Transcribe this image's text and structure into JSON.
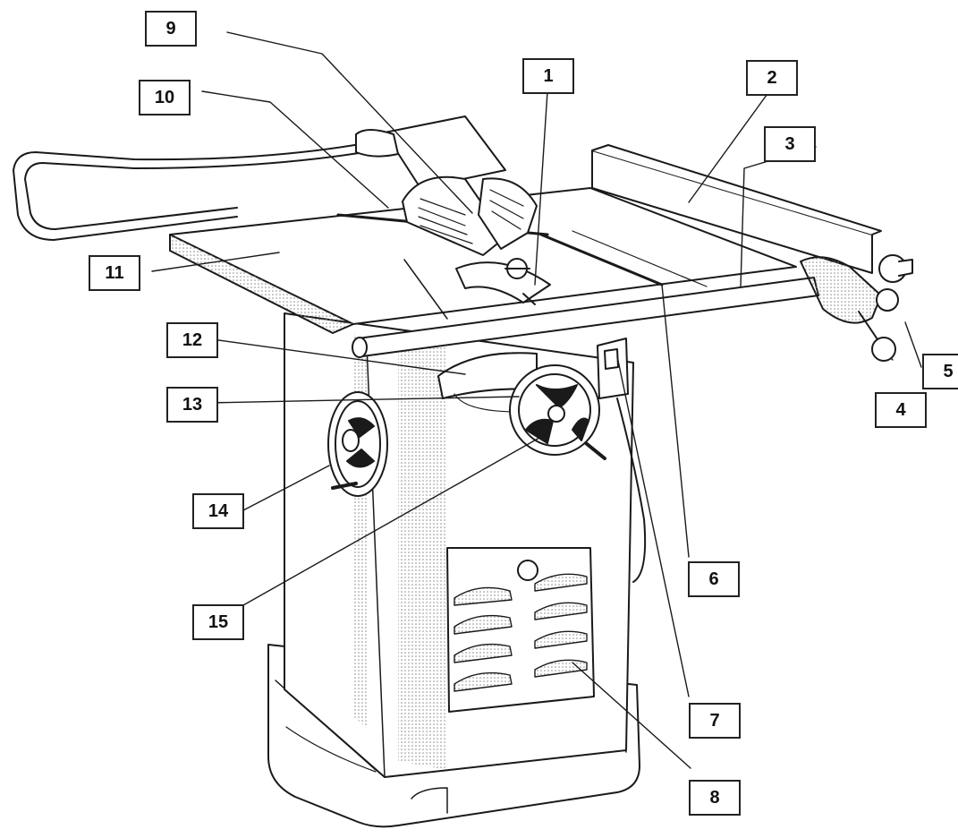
{
  "colors": {
    "line": "#1a1a1a",
    "stipple": "#8c8c8c",
    "background": "#ffffff"
  },
  "callouts": [
    {
      "id": "c1",
      "label": "1"
    },
    {
      "id": "c2",
      "label": "2"
    },
    {
      "id": "c3",
      "label": "3"
    },
    {
      "id": "c4",
      "label": "4"
    },
    {
      "id": "c5",
      "label": "5"
    },
    {
      "id": "c6",
      "label": "6"
    },
    {
      "id": "c7",
      "label": "7"
    },
    {
      "id": "c8",
      "label": "8"
    },
    {
      "id": "c9",
      "label": "9"
    },
    {
      "id": "c10",
      "label": "10"
    },
    {
      "id": "c11",
      "label": "11"
    },
    {
      "id": "c12",
      "label": "12"
    },
    {
      "id": "c13",
      "label": "13"
    },
    {
      "id": "c14",
      "label": "14"
    },
    {
      "id": "c15",
      "label": "15"
    }
  ]
}
